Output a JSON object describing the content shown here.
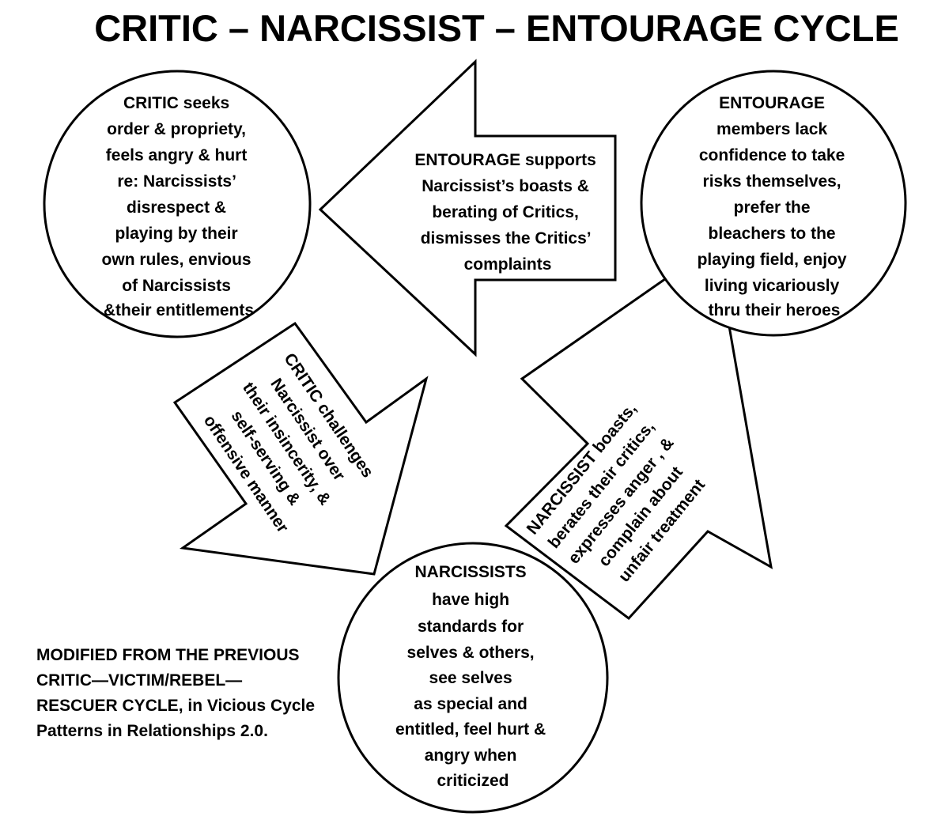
{
  "title": "CRITIC – NARCISSIST – ENTOURAGE CYCLE",
  "nodes": {
    "critic": {
      "lines": [
        "CRITIC seeks",
        "order & propriety,",
        "feels angry & hurt",
        "re: Narcissists’",
        "disrespect &",
        "playing by their",
        "own rules, envious",
        "of Narcissists",
        "&their entitlements"
      ]
    },
    "entourage": {
      "lines": [
        "ENTOURAGE",
        "members lack",
        "confidence to take",
        "risks themselves,",
        "prefer the",
        "bleachers  to the",
        "playing field, enjoy",
        "living vicariously",
        "thru their heroes"
      ]
    },
    "narcissists": {
      "lines": [
        "NARCISSISTS",
        "have high",
        "standards for",
        "selves & others,",
        "see selves",
        "as special and",
        "entitled, feel hurt &",
        "angry when",
        "criticized"
      ]
    }
  },
  "arrows": {
    "entourage_to_critic": {
      "lines": [
        "ENTOURAGE supports",
        "Narcissist’s boasts &",
        "berating of Critics,",
        "dismisses the Critics’",
        "complaints"
      ]
    },
    "critic_to_narcissist": {
      "lines": [
        "CRITIC challenges",
        "Narcissist  over",
        "their  insincerity, &",
        "self-serving &",
        "offensive  manner"
      ]
    },
    "narcissist_to_entourage": {
      "lines": [
        "NARCISSIST boasts,",
        "berates their critics,",
        "expresses anger , &",
        "complain about",
        "unfair treatment"
      ]
    }
  },
  "note": {
    "lines": [
      "MODIFIED FROM THE PREVIOUS",
      "CRITIC—VICTIM/REBEL—",
      "RESCUER CYCLE, in Vicious Cycle",
      "Patterns in Relationships 2.0."
    ]
  }
}
